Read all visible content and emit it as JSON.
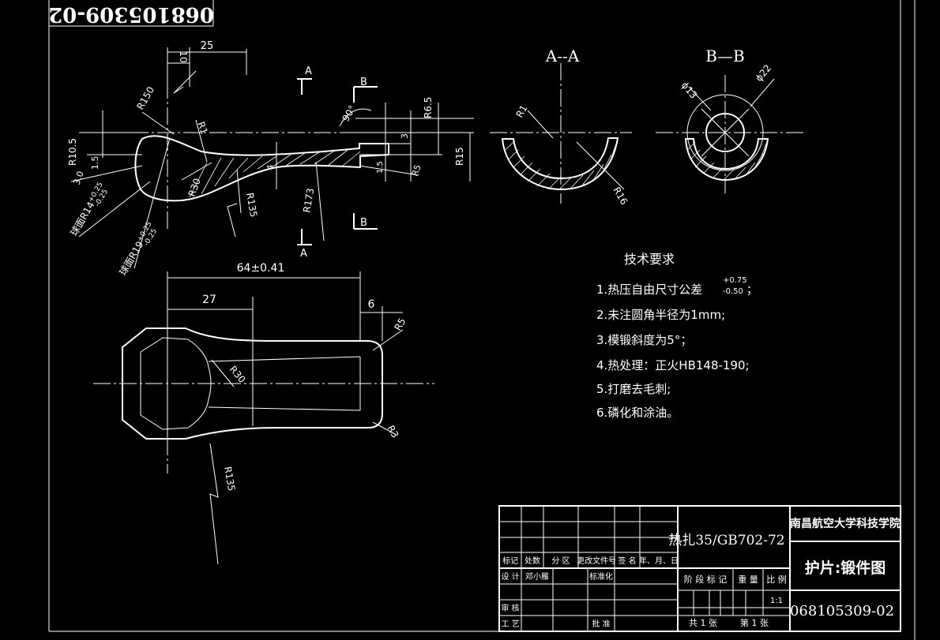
{
  "drawing_number_rotated": "068105309-02",
  "section_labels": {
    "aa": "A--A",
    "bb": "B—B",
    "a": "A",
    "b": "B"
  },
  "side_view_dims": {
    "d10": "10",
    "d25": "25",
    "r150": "R150",
    "r1": "R1",
    "r30": "R30",
    "r135": "R135",
    "r173": "R173",
    "r5": "R5",
    "d90": "90°",
    "r65": "R6.5",
    "d3": "3",
    "r15": "R15",
    "d4": "4",
    "d15": "1.5",
    "r10_5": "R10.5",
    "d1_5": "1.5",
    "d3_0": "3.0",
    "sphere14": "球面R14",
    "sphere14_tol": "+0.25\n-0.25",
    "sphere19": "球面R19",
    "sphere19_tol": "+0.25\n-0.25"
  },
  "section_aa_dims": {
    "r1": "R1",
    "r16": "R16"
  },
  "section_bb_dims": {
    "phi13": "ϕ13",
    "phi22": "ϕ22"
  },
  "plan_view_dims": {
    "d64": "64±0.41",
    "d27": "27",
    "d6": "6",
    "r5": "R5",
    "r30": "R30",
    "r3": "R3",
    "r135": "R135"
  },
  "tech": {
    "title": "技术要求",
    "item1": "1.热压自由尺寸公差",
    "item1_tol_up": "+0.75",
    "item1_tol_dn": "-0.50",
    "item1_end": "；",
    "item2": "2.未注圆角半径为1mm;",
    "item3": "3.模锻斜度为5°；",
    "item4": "4.热处理：正火HB148-190;",
    "item5": "5.打磨去毛刺;",
    "item6": "6.磷化和涂油。"
  },
  "title_block": {
    "material": "热扎35/GB702-72",
    "school": "南昌航空大学科技学院",
    "part_name": "护片:锻件图",
    "drawing_no": "068105309-02",
    "h_mark": "标记",
    "h_count": "处数",
    "h_zone": "分 区",
    "h_docno": "更改文件号",
    "h_sign": "签 名",
    "h_date": "年、月、日",
    "design": "设 计",
    "designer": "邓小雁",
    "std": "标准化",
    "stage_mark": "阶 段 标 记",
    "weight": "重 量",
    "scale": "比 例",
    "scale_val": "1:1",
    "review": "审 核",
    "process": "工 艺",
    "approve": "批 准",
    "sheets_total": "共 1 张",
    "sheet_no": "第 1 张"
  }
}
